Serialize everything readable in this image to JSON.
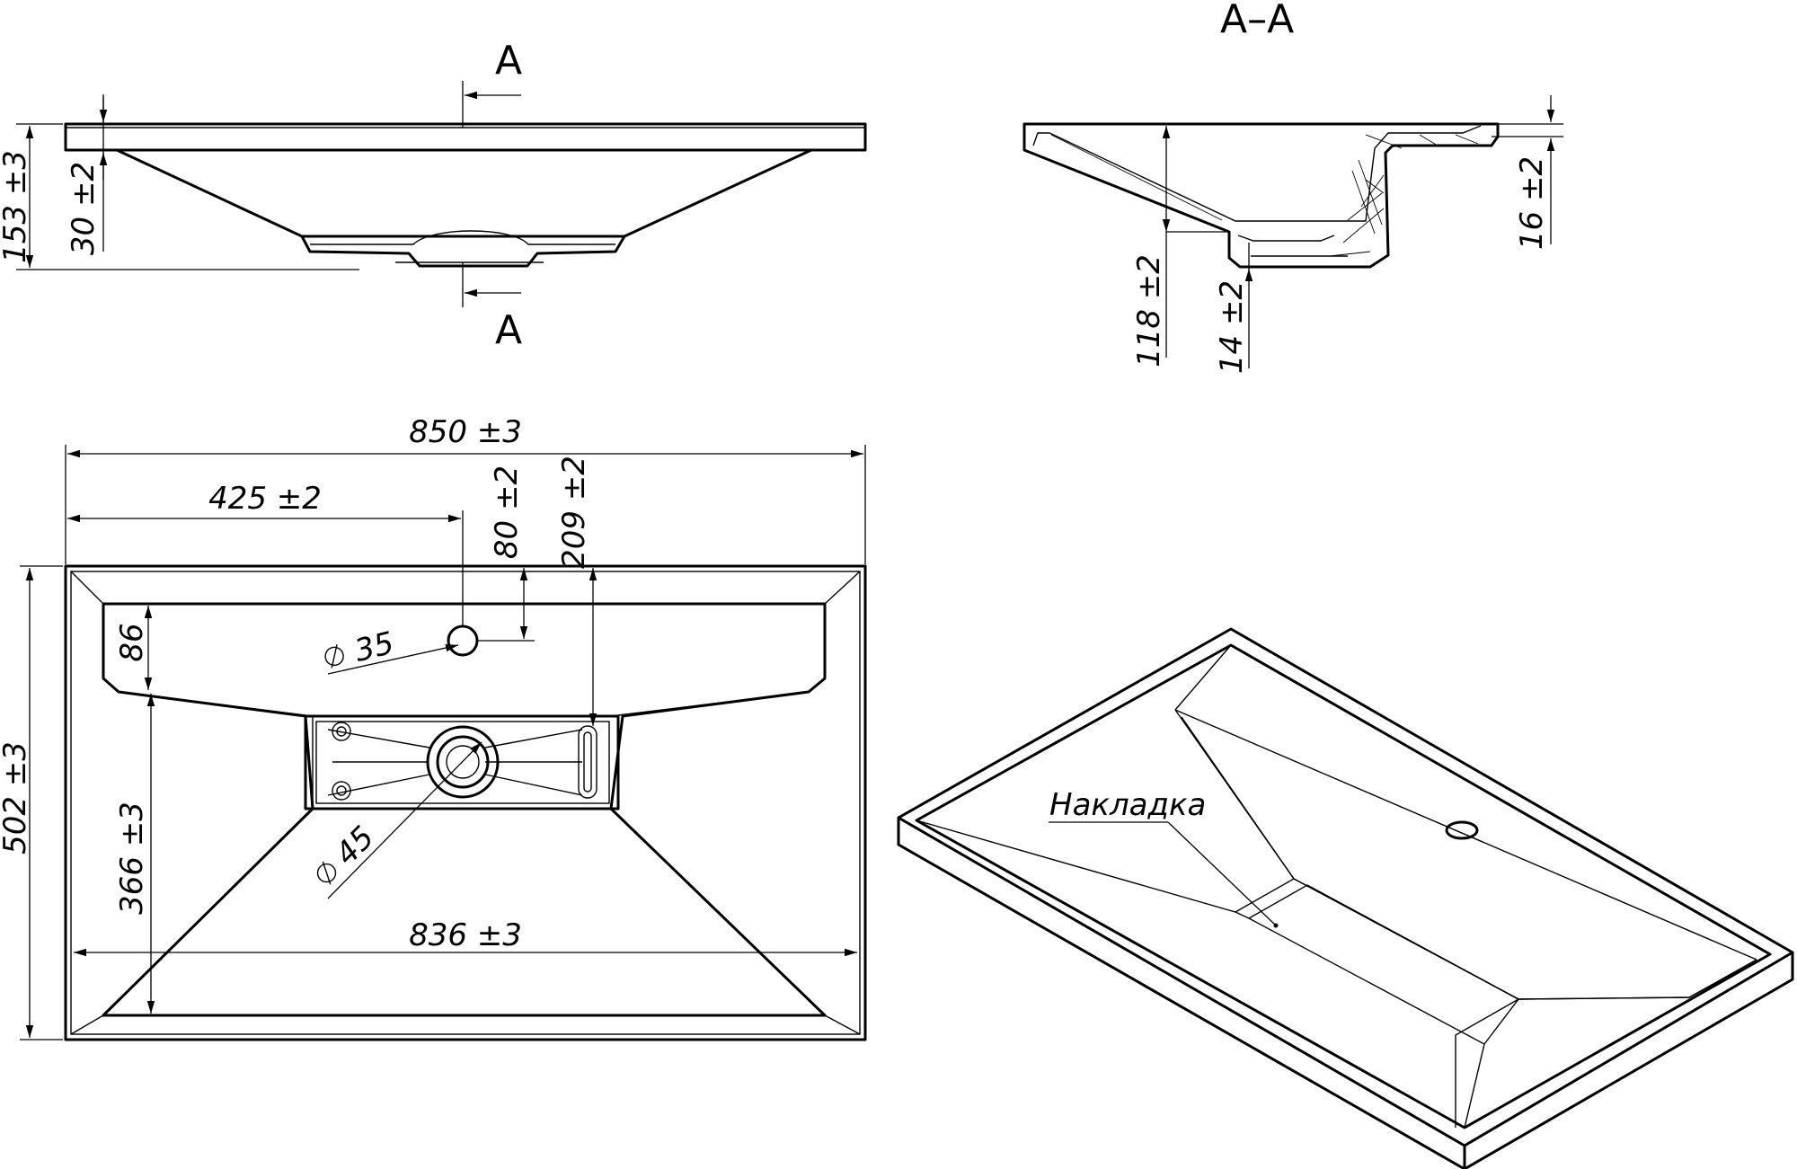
{
  "section": {
    "mark": "A",
    "title": "A–A"
  },
  "dimensions": {
    "overall_height": "153 ±3",
    "rim_thickness": "30 ±2",
    "section_depth": "118 ±2",
    "section_bottom": "14 ±2",
    "section_rim": "16 ±2",
    "total_width": "850 ±3",
    "half_width": "425 ±2",
    "tap_offset": "80 ±2",
    "drain_offset": "209 ±2",
    "shelf_depth": "86",
    "tap_hole": "35",
    "drain_hole": "45",
    "total_depth": "502 ±3",
    "bowl_depth": "366 ±3",
    "bowl_width": "836 ±3"
  },
  "labels": {
    "overlay": "Накладка"
  }
}
